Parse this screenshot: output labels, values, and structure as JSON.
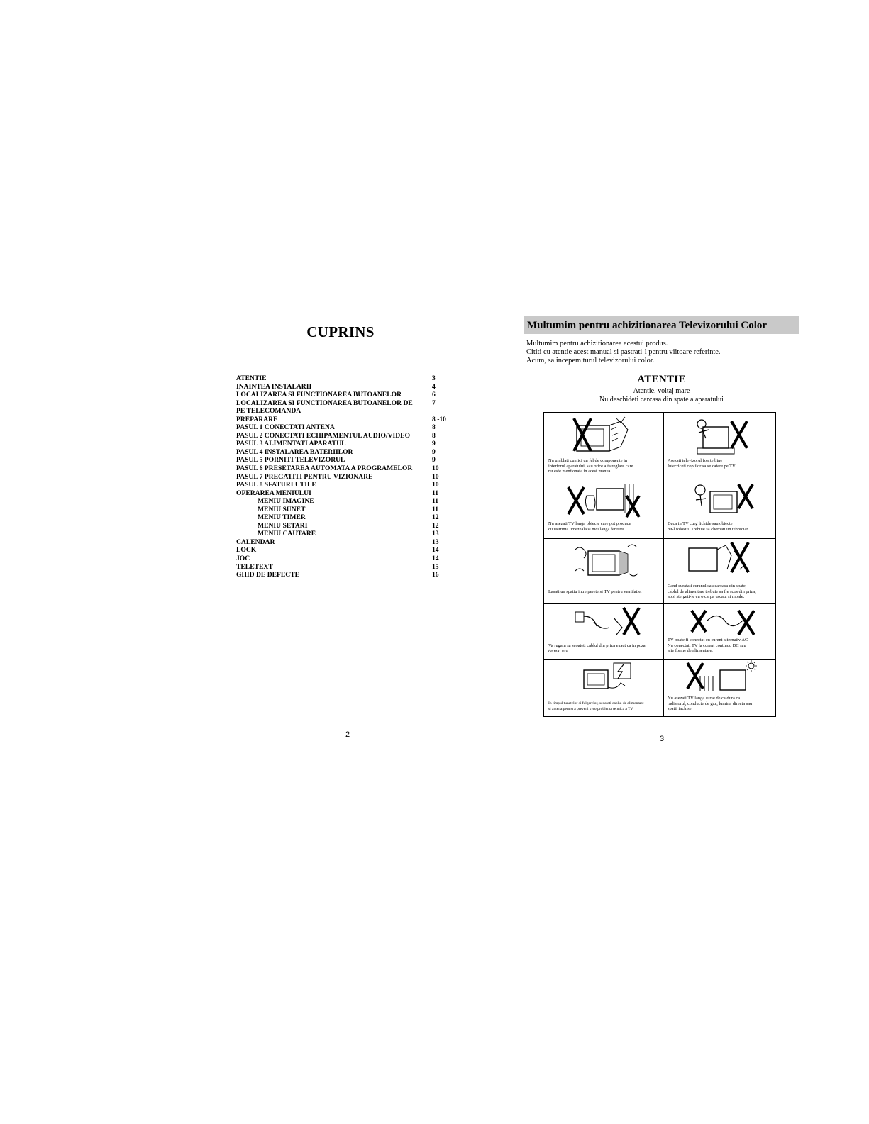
{
  "left_page": {
    "title": "CUPRINS",
    "toc": [
      {
        "label": "ATENTIE",
        "page": "3",
        "sub": false
      },
      {
        "label": "INAINTEA INSTALARII",
        "page": "4",
        "sub": false
      },
      {
        "label": "LOCALIZAREA SI FUNCTIONAREA BUTOANELOR",
        "page": "6",
        "sub": false
      },
      {
        "label": "LOCALIZAREA SI FUNCTIONAREA BUTOANELOR DE",
        "page": "7",
        "sub": false
      },
      {
        "label": "PE TELECOMANDA",
        "page": "",
        "sub": false
      },
      {
        "label": "PREPARARE",
        "page": "8 -10",
        "sub": false
      },
      {
        "label": "PASUL 1  CONECTATI ANTENA",
        "page": "8",
        "sub": false
      },
      {
        "label": "PASUL 2 CONECTATI ECHIPAMENTUL AUDIO/VIDEO",
        "page": "8",
        "sub": false
      },
      {
        "label": "PASUL 3 ALIMENTATI APARATUL",
        "page": "9",
        "sub": false
      },
      {
        "label": "PASUL 4 INSTALAREA BATERIILOR",
        "page": "9",
        "sub": false
      },
      {
        "label": "PASUL 5 PORNITI TELEVIZORUL",
        "page": "9",
        "sub": false
      },
      {
        "label": "PASUL 6 PRESETAREA AUTOMATA A PROGRAMELOR",
        "page": "10",
        "sub": false
      },
      {
        "label": "PASUL 7 PREGATITI PENTRU VIZIONARE",
        "page": "10",
        "sub": false
      },
      {
        "label": "PASUL 8 SFATURI UTILE",
        "page": "10",
        "sub": false
      },
      {
        "label": "OPERAREA MENIULUI",
        "page": "11",
        "sub": false
      },
      {
        "label": "MENIU IMAGINE",
        "page": "11",
        "sub": true
      },
      {
        "label": "MENIU SUNET",
        "page": "11",
        "sub": true
      },
      {
        "label": "MENIU TIMER",
        "page": "12",
        "sub": true
      },
      {
        "label": "MENIU SETARI",
        "page": "12",
        "sub": true
      },
      {
        "label": "MENIU CAUTARE",
        "page": "13",
        "sub": true
      },
      {
        "label": "CALENDAR",
        "page": "13",
        "sub": false
      },
      {
        "label": "LOCK",
        "page": "14",
        "sub": false
      },
      {
        "label": "JOC",
        "page": "14",
        "sub": false
      },
      {
        "label": "TELETEXT",
        "page": "15",
        "sub": false
      },
      {
        "label": "GHID DE DEFECTE",
        "page": "16",
        "sub": false
      }
    ],
    "page_number": "2"
  },
  "right_page": {
    "header": "Multumim pentru achizitionarea Televizorului Color",
    "intro": [
      "Multumim pentru achizitionarea acestui produs.",
      "Cititi cu atentie acest manual si pastrati-l pentru viitoare referinte.",
      "Acum, sa incepem turul televizorului color."
    ],
    "attention_title": "ATENTIE",
    "attention_lines": [
      "Atentie, voltaj mare",
      "Nu deschideti carcasa din spate a aparatului"
    ],
    "warnings": [
      {
        "lines": [
          "Nu umblati cu nici un fel de componente in",
          "interiorul aparatului, sau orice alta reglare care",
          "nu este mentionata in acest manual."
        ]
      },
      {
        "lines": [
          "Asezati televizorul foarte bine",
          "Interziceti copiilor sa se catere pe TV."
        ]
      },
      {
        "lines": [
          "Nu asezati TV langa obiecte care pot produce",
          "cu usurinta umezeala si nici langa ferestre"
        ]
      },
      {
        "lines": [
          "Daca in TV curg lichide sau obiecte",
          "nu-l folositi. Trebuie sa chemati un tehnician."
        ]
      },
      {
        "lines": [
          "Lasati un spatiu intre perete si TV pentru ventilatie."
        ]
      },
      {
        "lines": [
          "Cand curatati ecranul sau carcasa din spate,",
          "cablul de alimentare trebuie sa fie scos din priza,",
          "apoi stergeti-le cu o carpa uscata si moale."
        ]
      },
      {
        "lines": [
          "Va rugam sa scoateti cablul din priza exact ca in poza",
          "de mai sus"
        ]
      },
      {
        "lines": [
          "TV poate fi conectat cu curent alternativ AC",
          "Nu conectati TV la curent continuu DC sau",
          "alte forme de alimentare."
        ]
      },
      {
        "lines": [
          "In timpul tunetelor si fulgerelor, scoateti cablul de alimentare",
          "si antena pentru a preveni vreo problema tehnica a TV"
        ]
      },
      {
        "lines": [
          "Nu asezati TV langa surse de caldura ca",
          "radiatorul, conducte de gaz, lumina directa sau",
          "spatii inchise"
        ]
      }
    ],
    "page_number": "3"
  }
}
